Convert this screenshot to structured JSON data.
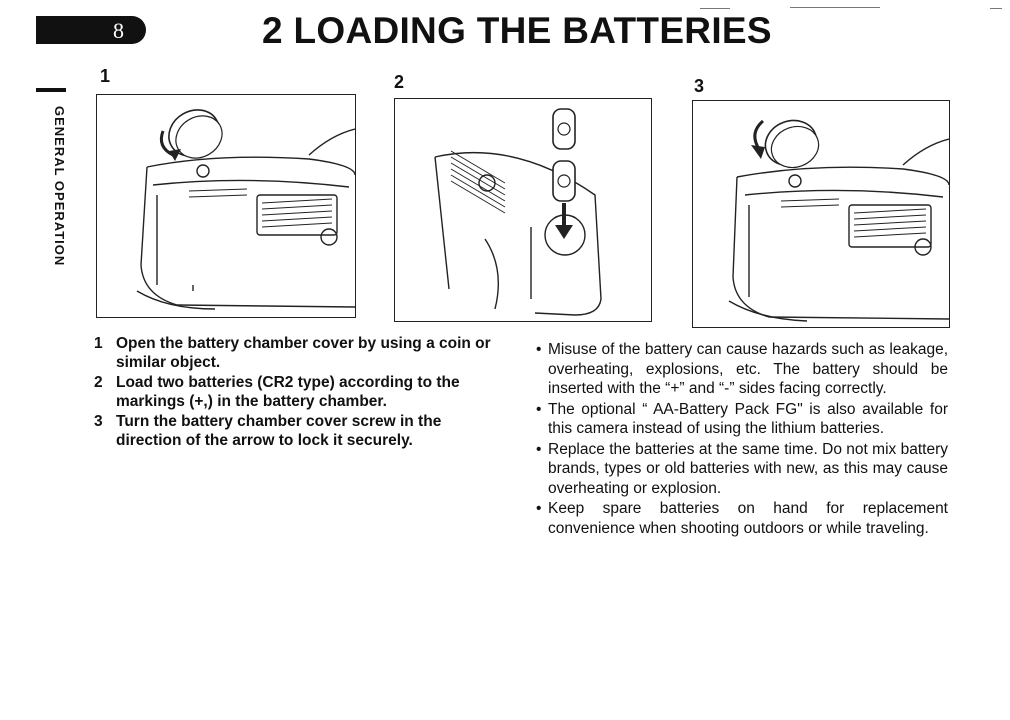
{
  "header": {
    "page_number": "8",
    "title": "2 LOADING THE BATTERIES",
    "section_label": "GENERAL OPERATION"
  },
  "figures": [
    {
      "number": "1",
      "content": "Camera base with battery chamber cover being turned by a coin"
    },
    {
      "number": "2",
      "content": "Two CR2 batteries being inserted into the battery chamber"
    },
    {
      "number": "3",
      "content": "Battery chamber cover being screwed closed"
    }
  ],
  "steps": [
    {
      "number": "1",
      "text": "Open the battery chamber cover by using a coin or similar object."
    },
    {
      "number": "2",
      "text": "Load two batteries (CR2 type) according to the markings (+,) in the battery chamber."
    },
    {
      "number": "3",
      "text": "Turn the battery chamber cover screw in the direction of the arrow to lock it securely."
    }
  ],
  "notes": [
    {
      "bullet": "•",
      "text": "Misuse of the battery can cause hazards such as leakage, overheating, explosions, etc. The battery should be inserted with the “+” and “-” sides facing correctly."
    },
    {
      "bullet": "•",
      "text": "The optional “ AA-Battery Pack FG\" is also available for this camera instead of using the lithium batteries."
    },
    {
      "bullet": "•",
      "text": "Replace the batteries at the same time. Do not mix battery brands, types or old batteries with new, as this may cause overheating or explosion."
    },
    {
      "bullet": "•",
      "text": "Keep spare batteries on hand for replacement convenience when shooting outdoors or while traveling."
    }
  ]
}
